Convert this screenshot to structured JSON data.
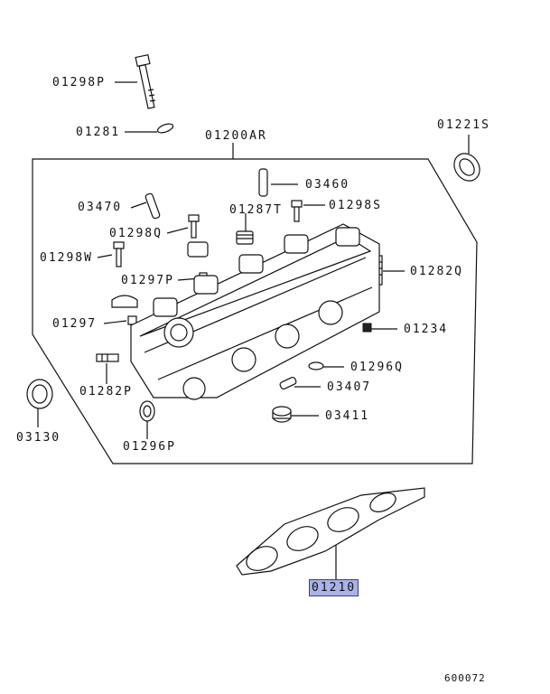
{
  "diagram": {
    "figure_code": "600072",
    "highlight_color": "#aab2e6",
    "labels": {
      "p01298P": "01298P",
      "p01281": "01281",
      "p01200AR": "01200AR",
      "p01221S": "01221S",
      "p03460": "03460",
      "p03470": "03470",
      "p01287T": "01287T",
      "p01298S": "01298S",
      "p01298Q": "01298Q",
      "p01298W": "01298W",
      "p01297P": "01297P",
      "p01282Q": "01282Q",
      "p01297": "01297",
      "p01234": "01234",
      "p01296Q": "01296Q",
      "p01282P": "01282P",
      "p03407": "03407",
      "p03411": "03411",
      "p03130": "03130",
      "p01296P": "01296P",
      "p01210": "01210"
    }
  }
}
